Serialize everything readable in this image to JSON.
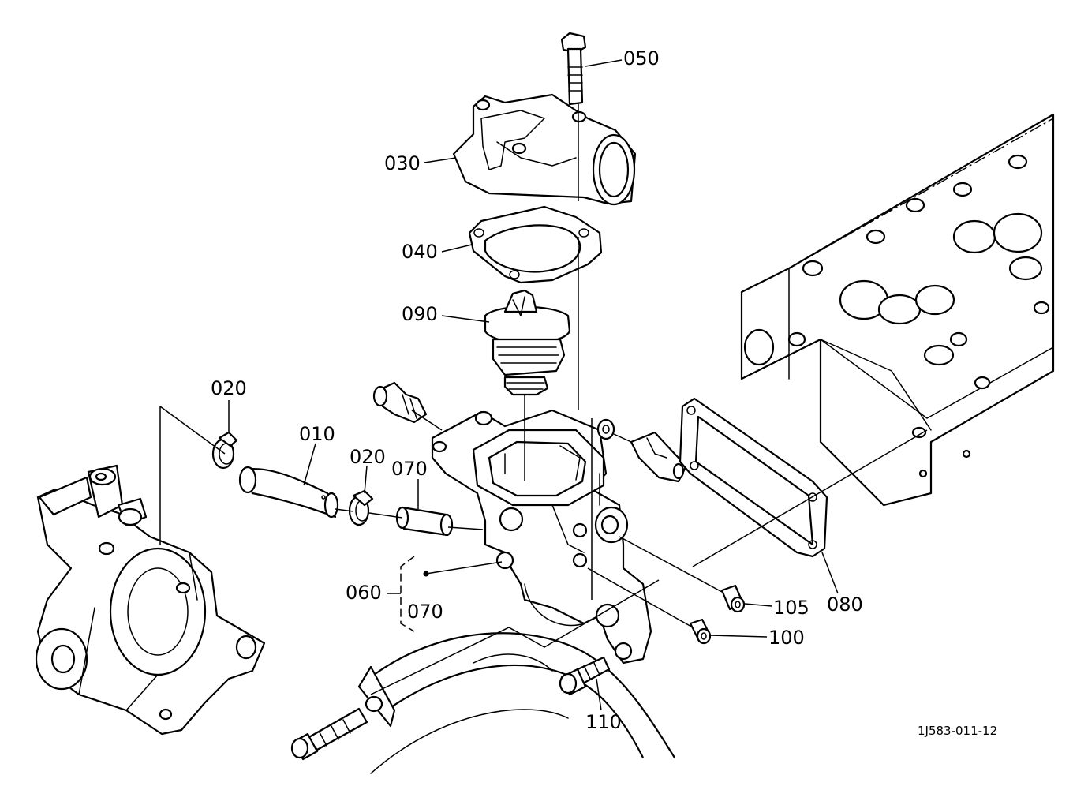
{
  "diagram": {
    "reference_code": "1J583-011-12",
    "callouts": {
      "c050": "050",
      "c030": "030",
      "c040": "040",
      "c090": "090",
      "c020a": "020",
      "c010": "010",
      "c020b": "020",
      "c070a": "070",
      "c060": "060",
      "c070b": "070",
      "c105": "105",
      "c080": "080",
      "c100": "100",
      "c110": "110"
    }
  }
}
